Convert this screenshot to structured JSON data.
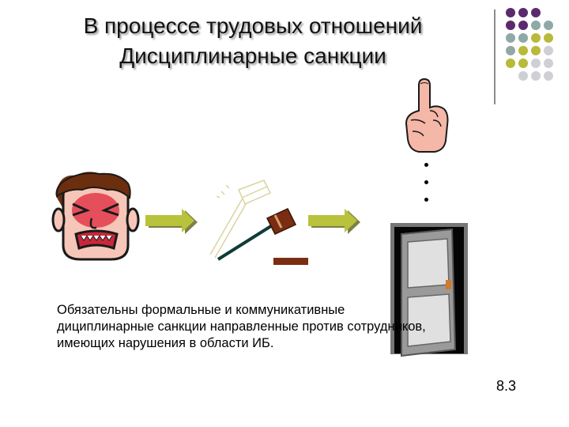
{
  "slide": {
    "title_line1": "В процессе трудовых отношений",
    "title_line2": "Дисциплинарные санкции",
    "body_text": "Обязательны формальные и коммуникативные дициплинарные санкции направленные против сотрудников, имеющих нарушения в области ИБ.",
    "slide_number": "8.3"
  },
  "decor": {
    "dot_colors": [
      "#5b2a6e",
      "#8fa8a8",
      "#b9b93a",
      "#cfcfd6"
    ],
    "accent_arrow": "#b8c23a",
    "gavel_color": "#7b2d12"
  },
  "icons": [
    "angry-face-icon",
    "gavel-icon",
    "raised-finger-icon",
    "open-door-icon",
    "arrow-right-icon"
  ]
}
